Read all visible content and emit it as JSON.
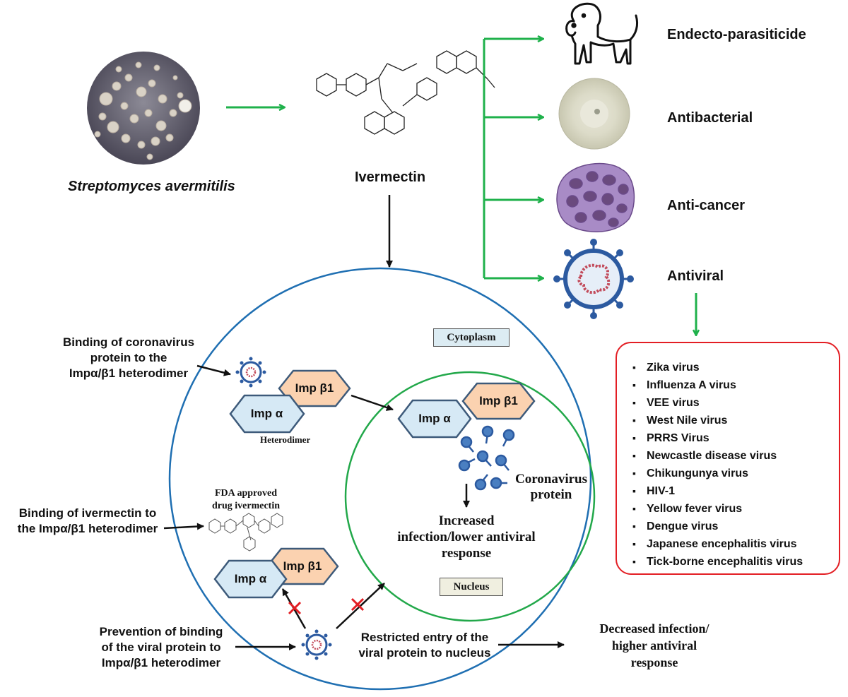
{
  "source": {
    "organism": "Streptomyces avermitilis",
    "drug": "Ivermectin"
  },
  "uses": [
    {
      "label": "Endecto-parasiticide",
      "icon": "dog-icon"
    },
    {
      "label": "Antibacterial",
      "icon": "agar-plate-icon"
    },
    {
      "label": "Anti-cancer",
      "icon": "cancer-cells-icon"
    },
    {
      "label": "Antiviral",
      "icon": "virus-icon"
    }
  ],
  "viruses": [
    "Zika virus",
    "Influenza A virus",
    "VEE virus",
    "West Nile virus",
    "PRRS Virus",
    "Newcastle disease virus",
    "Chikungunya virus",
    "HIV-1",
    "Yellow fever virus",
    "Dengue virus",
    "Japanese encephalitis virus",
    "Tick-borne encephalitis virus"
  ],
  "cell": {
    "cytoplasm": "Cytoplasm",
    "nucleus": "Nucleus",
    "imp_alpha": "Imp α",
    "imp_beta": "Imp β1",
    "heterodimer": "Heterodimer",
    "fda_line1": "FDA approved",
    "fda_line2": "drug ivermectin",
    "coronavirus_protein_1": "Coronavirus",
    "coronavirus_protein_2": "protein",
    "increased_1": "Increased",
    "increased_2": "infection/lower antiviral",
    "increased_3": "response"
  },
  "annotations": {
    "binding_corona_1": "Binding of coronavirus",
    "binding_corona_2": "protein to the",
    "binding_corona_3": "Impα/β1 heterodimer",
    "binding_iver_1": "Binding of ivermectin to",
    "binding_iver_2": "the Impα/β1 heterodimer",
    "prevention_1": "Prevention of binding",
    "prevention_2": "of the viral protein to",
    "prevention_3": "Impα/β1 heterodimer",
    "restricted_1": "Restricted entry of the",
    "restricted_2": "viral protein to nucleus",
    "decreased_1": "Decreased infection/",
    "decreased_2": "higher antiviral",
    "decreased_3": "response"
  },
  "colors": {
    "green_arrow": "#1fb14b",
    "cell_border": "#1f6fb2",
    "nucleus_border": "#22a84a",
    "list_border": "#e31e24",
    "imp_alpha_fill": "#d6e9f5",
    "imp_beta_fill": "#fbd2b0",
    "hex_stroke": "#3d5a7a",
    "block_x": "#e31e24"
  }
}
